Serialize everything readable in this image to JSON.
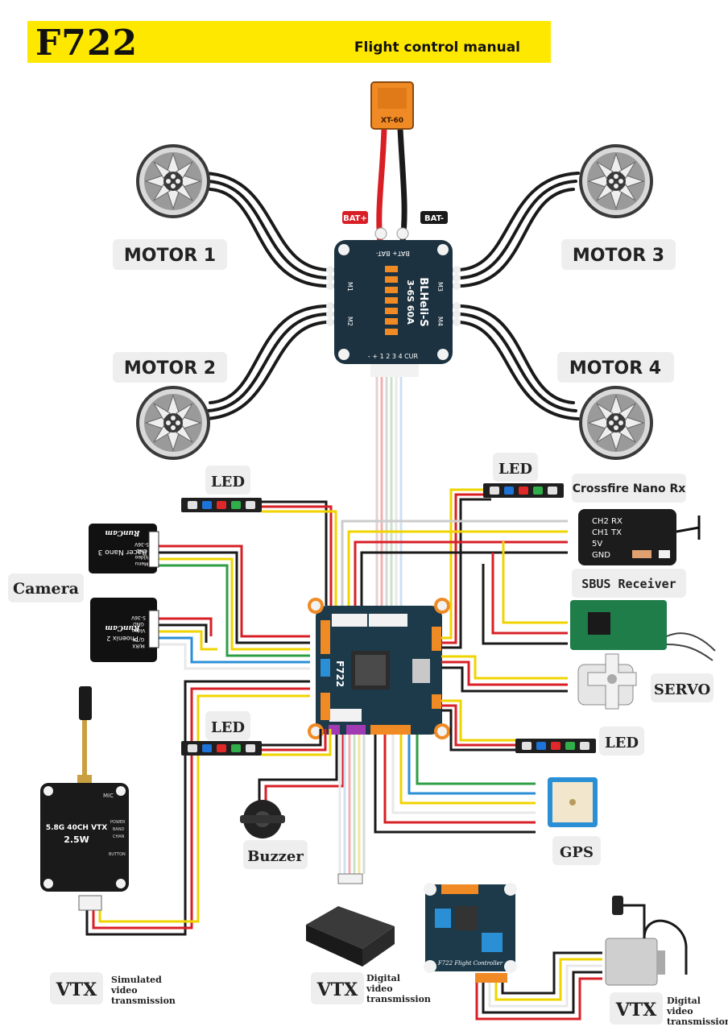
{
  "header": {
    "title": "F722",
    "subtitle": "Flight control manual"
  },
  "power": {
    "connector": "XT-60",
    "bat_plus": "BAT+",
    "bat_minus": "BAT-"
  },
  "motors": [
    "MOTOR 1",
    "MOTOR 2",
    "MOTOR 3",
    "MOTOR 4"
  ],
  "esc": {
    "brand": "BLHeli-S",
    "rating": "3-6S 60A",
    "pads_top": "BAT+ BAT-",
    "pads_bottom": "- + 1 2 3 4 CUR",
    "m1": "M1",
    "m2": "M2",
    "m3": "M3",
    "m4": "M4"
  },
  "flight_controller": {
    "label": "F722"
  },
  "peripherals": {
    "led": "LED",
    "camera": "Camera",
    "camera1": {
      "brand": "RunCam",
      "model": "Racer Nano 3",
      "pins": [
        "5-36V",
        "GND",
        "Video",
        "Menu"
      ]
    },
    "camera2": {
      "brand": "RunCam",
      "model": "Phoenix 2",
      "pins": [
        "5-36V",
        "GND",
        "Video",
        "G/TX",
        "M/RX"
      ]
    },
    "crossfire": "Crossfire Nano Rx",
    "crossfire_pins": [
      "CH2 RX",
      "CH1 TX",
      "5V",
      "GND"
    ],
    "sbus": "SBUS  Receiver",
    "servo": "SERVO",
    "buzzer": "Buzzer",
    "gps": "GPS",
    "vtx": "VTX",
    "vtx_analog": {
      "model": "5.8G 40CH VTX",
      "power": "2.5W",
      "mic": "MIC",
      "side_labels": [
        "POWER",
        "BAND",
        "CHAN",
        "BUTTON"
      ]
    },
    "dji_controller": "F722 Flight Controller"
  },
  "captions": {
    "simulated": "Simulated video transmission",
    "digital1": "Digital video transmission",
    "digital2": "Digital video transmission"
  },
  "colors": {
    "banner": "#ffe800",
    "board": "#1d3a4a",
    "wire_red": "#d81f26",
    "wire_black": "#1a1a1a",
    "wire_yellow": "#f0d400",
    "wire_green": "#2e9e44",
    "wire_blue": "#2b8fd6",
    "wire_white": "#cccccc",
    "pad_orange": "#f08a24",
    "pad_purple": "#a23bb3"
  }
}
